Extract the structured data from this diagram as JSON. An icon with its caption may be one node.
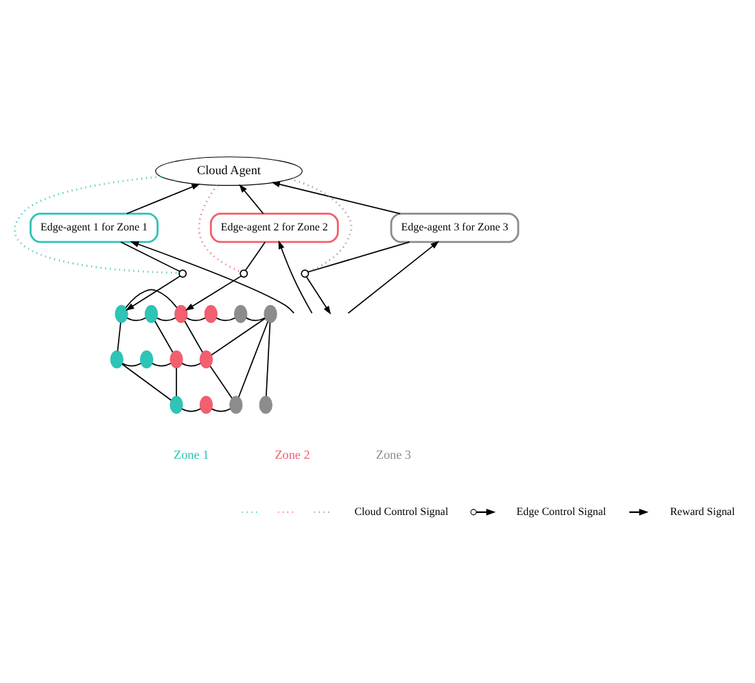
{
  "diagram": {
    "nodes": [
      {
        "text": [
          "Cloud Agent"
        ]
      },
      {
        "text": [
          "Edge-agent 1 for Zone 1"
        ]
      },
      {
        "text": [
          "Edge-agent 2 for Zone 2"
        ]
      },
      {
        "text": [
          "Edge-agent 3 for Zone 3"
        ]
      },
      {
        "text": [],
        "shape": "switch"
      },
      {
        "text": [],
        "shape": "switch"
      },
      {
        "text": [],
        "shape": "switch"
      },
      {
        "text": [],
        "shape": "ellipse"
      },
      {
        "text": [],
        "shape": "ellipse"
      },
      {
        "text": [],
        "shape": "ellipse"
      },
      {
        "text": [],
        "shape": "ellipse"
      },
      {
        "text": [],
        "shape": "ellipse"
      },
      {
        "text": [],
        "shape": "ellipse"
      },
      {
        "text": [],
        "shape": "ellipse"
      },
      {
        "text": [],
        "shape": "ellipse"
      },
      {
        "text": [],
        "shape": "ellipse"
      },
      {
        "text": [],
        "shape": "ellipse"
      },
      {
        "text": [],
        "shape": "ellipse"
      },
      {
        "text": [],
        "shape": "ellipse"
      },
      {
        "text": [],
        "shape": "ellipse"
      },
      {
        "text": [],
        "shape": "ellipse"
      }
    ],
    "edges": [
      {
        "from": 1,
        "to": 0,
        "arrow": "to"
      },
      {
        "from": 2,
        "to": 0,
        "arrow": "to"
      },
      {
        "from": 3,
        "to": 0,
        "arrow": "to"
      },
      {
        "from": 0,
        "to": 4,
        "arrow": "none",
        "style": "dashed",
        "color": "#2ec4b6"
      },
      {
        "from": 0,
        "to": 5,
        "arrow": "none",
        "style": "dashed",
        "color": "#f25f6e"
      },
      {
        "from": 0,
        "to": 6,
        "arrow": "none",
        "style": "dashed",
        "color": "#8c8c8c"
      },
      {
        "from": 1,
        "to": 4,
        "arrow": "none"
      },
      {
        "from": 2,
        "to": 5,
        "arrow": "none"
      },
      {
        "from": 3,
        "to": 6,
        "arrow": "none"
      },
      {
        "from": 4,
        "to": 7,
        "arrow": "to"
      },
      {
        "from": 5,
        "to": 13,
        "arrow": "to"
      },
      {
        "from": 6,
        "to": null,
        "arrow": "to"
      },
      {
        "from": null,
        "to": 1,
        "arrow": "to"
      },
      {
        "from": null,
        "to": 2,
        "arrow": "to"
      },
      {
        "from": null,
        "to": 3,
        "arrow": "to"
      },
      {
        "from": 8,
        "to": 7,
        "arrow": "none"
      },
      {
        "from": 8,
        "to": 9,
        "arrow": "none"
      },
      {
        "from": 8,
        "to": 11,
        "arrow": "none"
      },
      {
        "from": 7,
        "to": 10,
        "arrow": "none"
      },
      {
        "from": 7,
        "to": 13,
        "arrow": "none"
      },
      {
        "from": 10,
        "to": 13,
        "arrow": "none"
      },
      {
        "from": 10,
        "to": 15,
        "arrow": "none"
      },
      {
        "from": 9,
        "to": 15,
        "arrow": "none"
      },
      {
        "from": 11,
        "to": 15,
        "arrow": "none"
      },
      {
        "from": 11,
        "to": 16,
        "arrow": "none"
      },
      {
        "from": 13,
        "to": 12,
        "arrow": "none"
      },
      {
        "from": 13,
        "to": 14,
        "arrow": "none"
      },
      {
        "from": 15,
        "to": 14,
        "arrow": "none"
      },
      {
        "from": 12,
        "to": 17,
        "arrow": "none"
      },
      {
        "from": 17,
        "to": 18,
        "arrow": "none"
      },
      {
        "from": 14,
        "to": 18,
        "arrow": "none"
      },
      {
        "from": 14,
        "to": 19,
        "arrow": "none"
      },
      {
        "from": 16,
        "to": 19,
        "arrow": "none"
      },
      {
        "from": 18,
        "to": 19,
        "arrow": "none"
      },
      {
        "from": 18,
        "to": 20,
        "arrow": "none"
      }
    ],
    "labels": [
      "Zone 1",
      "Zone 2",
      "Zone 3"
    ],
    "legend": [
      {
        "text": "Cloud Control Signal"
      },
      {
        "text": "Edge Control Signal"
      },
      {
        "text": "Reward Signal"
      }
    ]
  }
}
